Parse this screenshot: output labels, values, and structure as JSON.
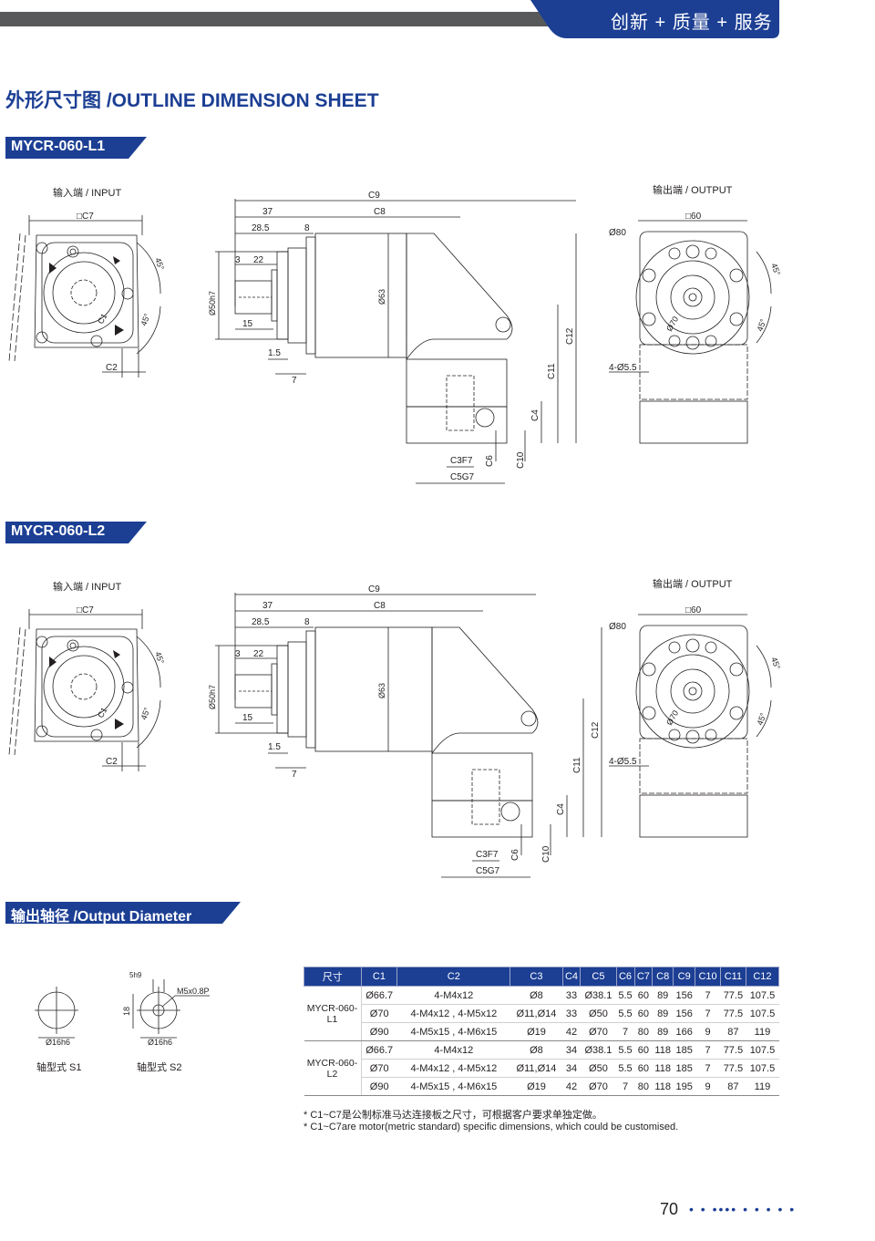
{
  "header": {
    "badge": "创新 + 质量 + 服务",
    "brand_color": "#1c3f94",
    "bar_color": "#58595b"
  },
  "title": "外形尺寸图 /OUTLINE DIMENSION SHEET",
  "sections": {
    "l1": "MYCR-060-L1",
    "l2": "MYCR-060-L2",
    "shaft": "输出轴径 /Output Diameter"
  },
  "drawing": {
    "input_label": "输入端 / INPUT",
    "output_label": "输出端 / OUTPUT",
    "sq_c7": "□C7",
    "sq_60": "□60",
    "c2": "C2",
    "c1": "C1",
    "deg45": "45°",
    "c9": "C9",
    "c8": "C8",
    "d37": "37",
    "d28_5": "28.5",
    "d8": "8",
    "d3": "3",
    "d22": "22",
    "d15": "15",
    "d1_5": "1.5",
    "d7": "7",
    "d50": "Ø50h7",
    "d63": "Ø63",
    "c12": "C12",
    "c11": "C11",
    "c4": "C4",
    "c10": "C10",
    "c6": "C6",
    "c3": "C3F7",
    "c5": "C5G7",
    "d80": "Ø80",
    "d70": "Ø70",
    "holes": "4-Ø5.5"
  },
  "shafts": {
    "s1": {
      "dia": "Ø16h6",
      "label": "轴型式 S1"
    },
    "s2": {
      "dia": "Ø16h6",
      "label": "轴型式 S2",
      "key": "5h9",
      "height": "18",
      "thread": "M5x0.8P"
    }
  },
  "table": {
    "headers": [
      "尺寸",
      "C1",
      "C2",
      "C3",
      "C4",
      "C5",
      "C6",
      "C7",
      "C8",
      "C9",
      "C10",
      "C11",
      "C12"
    ],
    "groups": [
      {
        "model": "MYCR-060-L1",
        "rows": [
          [
            "Ø66.7",
            "4-M4x12",
            "Ø8",
            "33",
            "Ø38.1",
            "5.5",
            "60",
            "89",
            "156",
            "7",
            "77.5",
            "107.5"
          ],
          [
            "Ø70",
            "4-M4x12 , 4-M5x12",
            "Ø11,Ø14",
            "33",
            "Ø50",
            "5.5",
            "60",
            "89",
            "156",
            "7",
            "77.5",
            "107.5"
          ],
          [
            "Ø90",
            "4-M5x15 , 4-M6x15",
            "Ø19",
            "42",
            "Ø70",
            "7",
            "80",
            "89",
            "166",
            "9",
            "87",
            "119"
          ]
        ]
      },
      {
        "model": "MYCR-060-L2",
        "rows": [
          [
            "Ø66.7",
            "4-M4x12",
            "Ø8",
            "34",
            "Ø38.1",
            "5.5",
            "60",
            "118",
            "185",
            "7",
            "77.5",
            "107.5"
          ],
          [
            "Ø70",
            "4-M4x12 , 4-M5x12",
            "Ø11,Ø14",
            "34",
            "Ø50",
            "5.5",
            "60",
            "118",
            "185",
            "7",
            "77.5",
            "107.5"
          ],
          [
            "Ø90",
            "4-M5x15 , 4-M6x15",
            "Ø19",
            "42",
            "Ø70",
            "7",
            "80",
            "118",
            "195",
            "9",
            "87",
            "119"
          ]
        ]
      }
    ]
  },
  "notes": [
    "* C1~C7是公制标准马达连接板之尺寸，可根据客户要求单独定做。",
    "* C1~C7are motor(metric standard)  specific dimensions, which could be customised."
  ],
  "page": {
    "number": "70",
    "dots": "• • •••• • • • • •"
  }
}
